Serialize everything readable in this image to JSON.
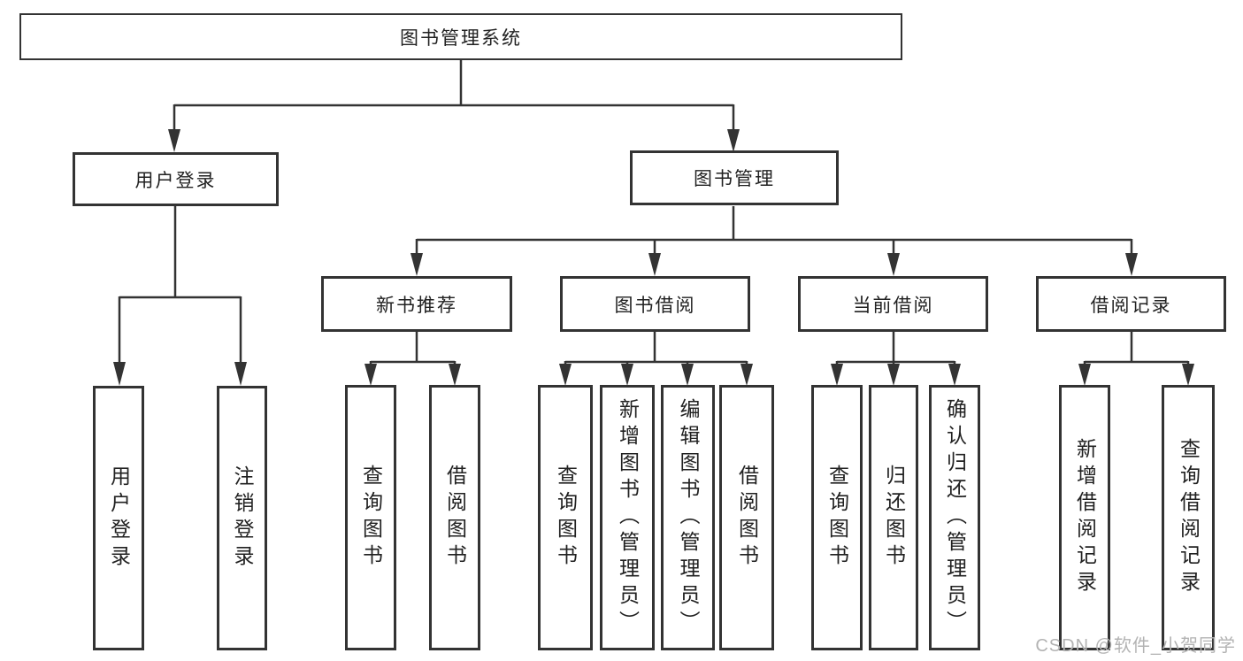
{
  "tree": {
    "root": "图书管理系统",
    "level2": [
      {
        "label": "用户登录"
      },
      {
        "label": "图书管理"
      }
    ],
    "level3": [
      {
        "label": "新书推荐"
      },
      {
        "label": "图书借阅"
      },
      {
        "label": "当前借阅"
      },
      {
        "label": "借阅记录"
      }
    ],
    "leaves": {
      "user_login": [
        "用户登录",
        "注销登录"
      ],
      "new_book": [
        "查询图书",
        "借阅图书"
      ],
      "book_borrow": [
        "查询图书",
        "新增图书（管理员）",
        "编辑图书（管理员）",
        "借阅图书"
      ],
      "current_borrow": [
        "查询图书",
        "归还图书",
        "确认归还（管理员）"
      ],
      "borrow_record": [
        "新增借阅记录",
        "查询借阅记录"
      ]
    }
  },
  "watermark": "CSDN @软件_小贺同学",
  "colors": {
    "line": "#333333",
    "text": "#212121",
    "watermark": "#b3b3b3",
    "background": "#ffffff"
  }
}
